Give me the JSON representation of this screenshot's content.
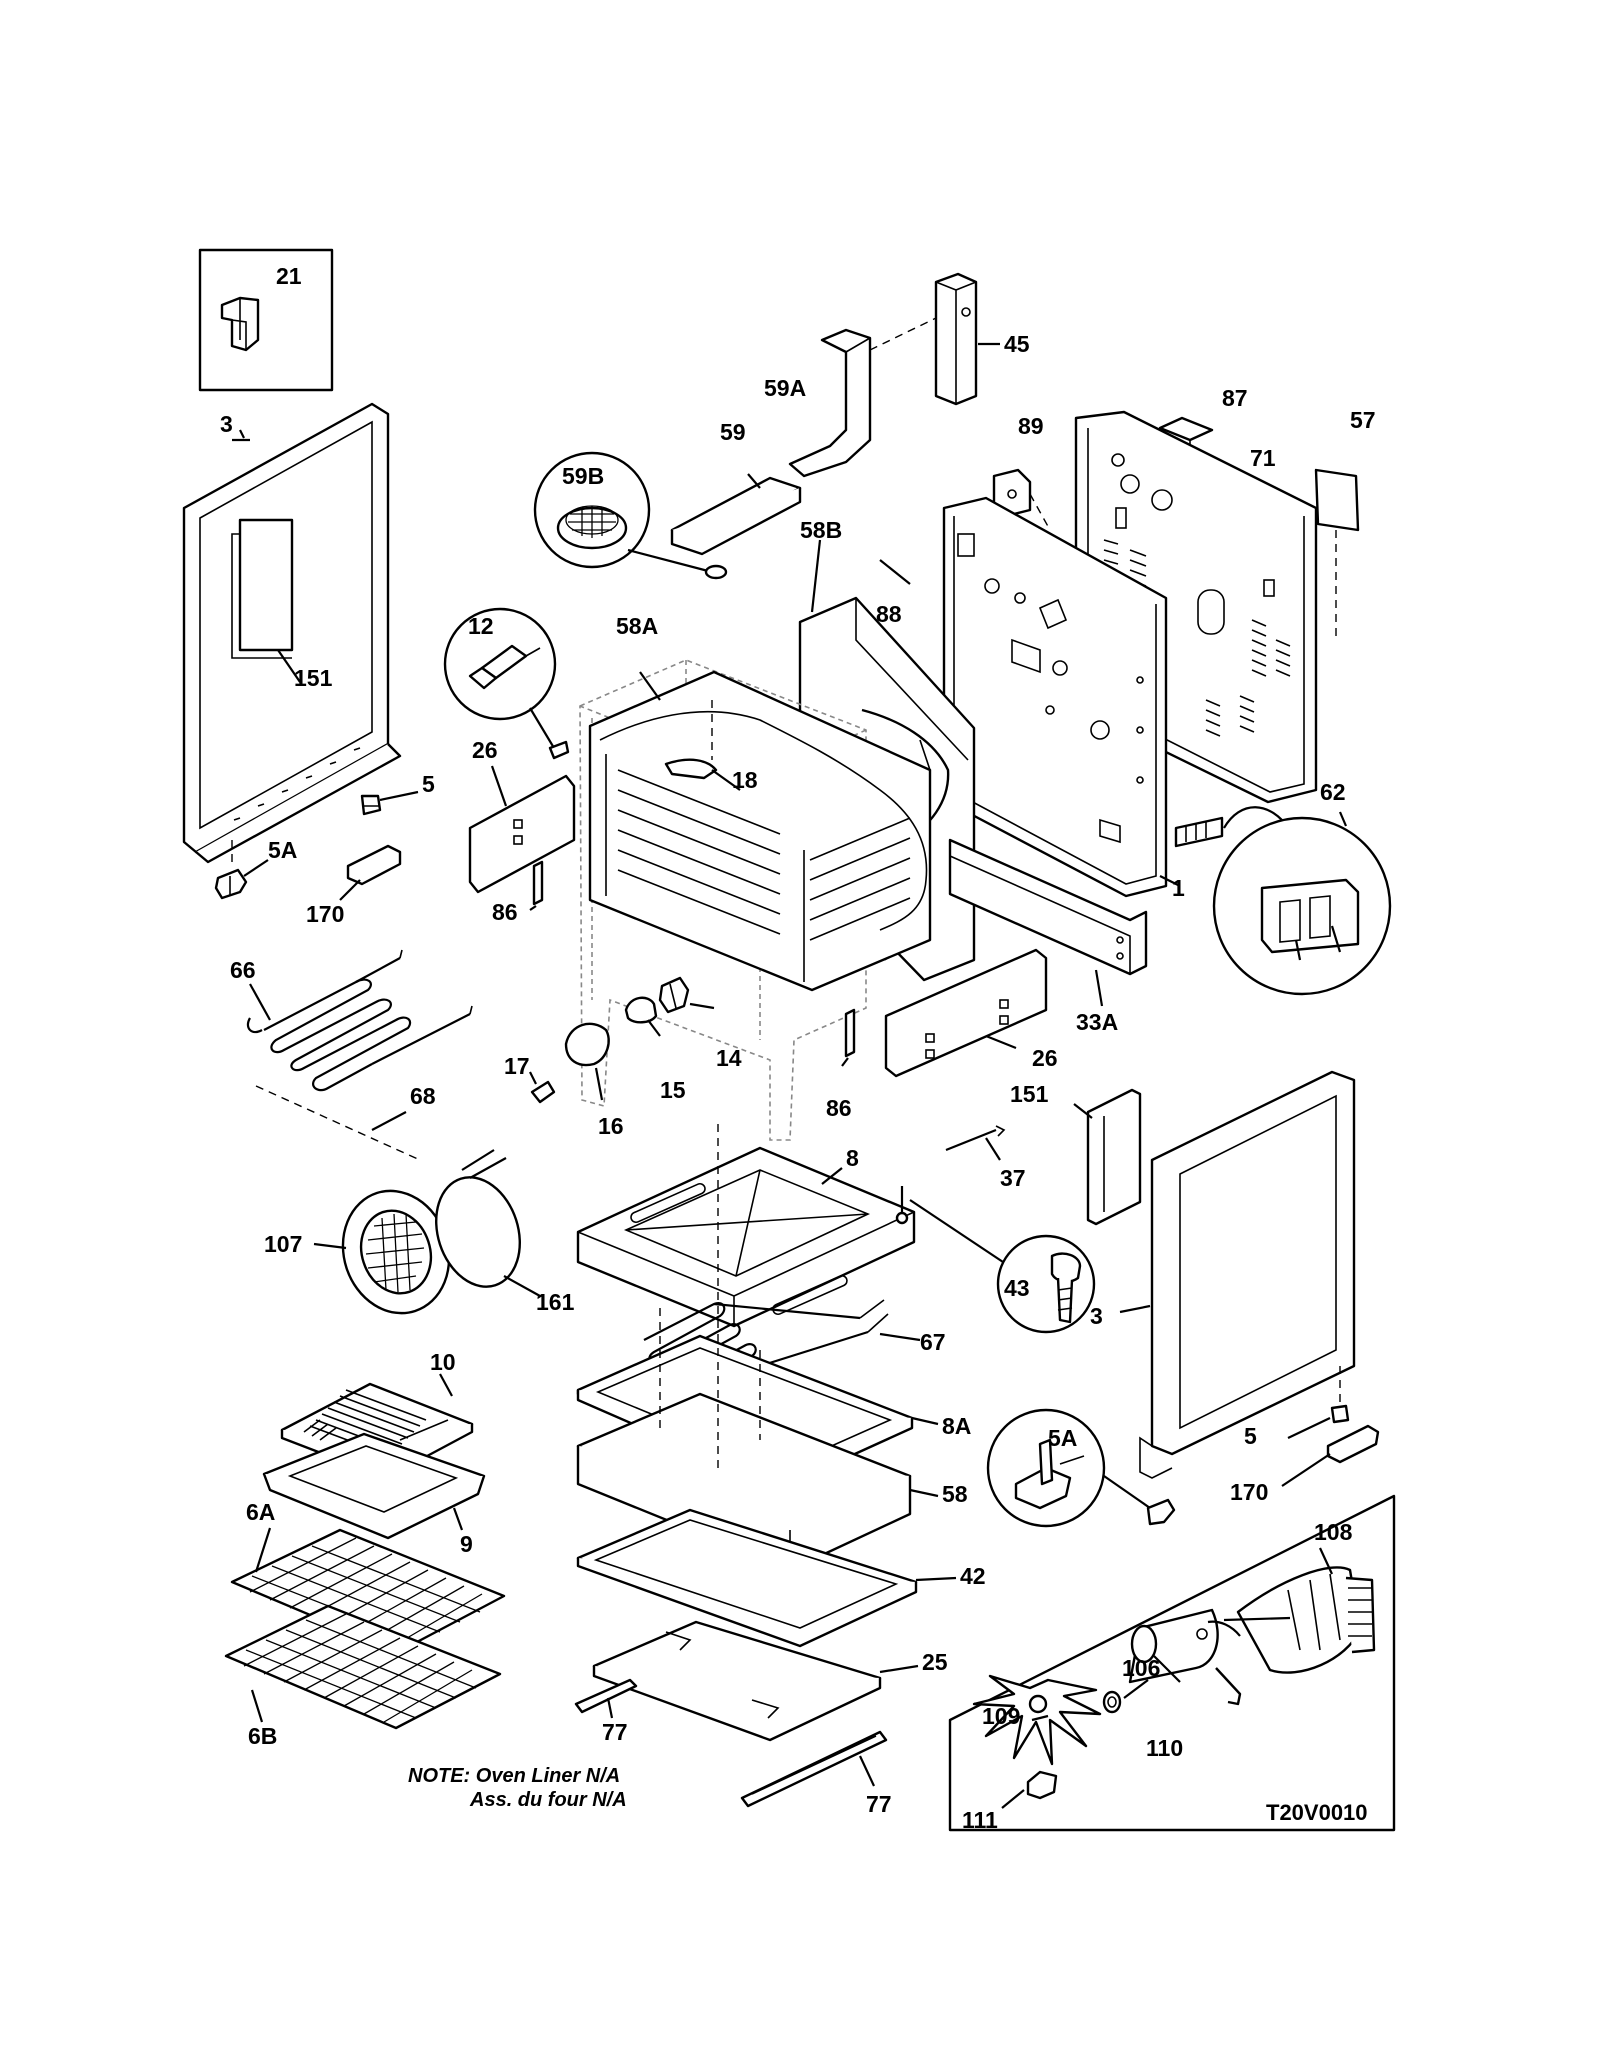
{
  "diagram": {
    "callouts": {
      "c21": "21",
      "c45": "45",
      "c59a": "59A",
      "c87": "87",
      "c57": "57",
      "c89": "89",
      "c71": "71",
      "c59": "59",
      "c59b": "59B",
      "c58b": "58B",
      "c88": "88",
      "c3_left": "3",
      "c12": "12",
      "c58a": "58A",
      "c151_left": "151",
      "c26_left": "26",
      "c5_left": "5",
      "c18": "18",
      "c62": "62",
      "c5a_left": "5A",
      "c170_left": "170",
      "c86_left": "86",
      "c1": "1",
      "c66": "66",
      "c33a": "33A",
      "c14": "14",
      "c26_right": "26",
      "c15": "15",
      "c17": "17",
      "c68": "68",
      "c16": "16",
      "c86_right": "86",
      "c151_right": "151",
      "c37": "37",
      "c8": "8",
      "c107": "107",
      "c161": "161",
      "c43": "43",
      "c3_right": "3",
      "c10": "10",
      "c67": "67",
      "c8a": "8A",
      "c5a_right": "5A",
      "c5_right": "5",
      "c58": "58",
      "c9": "9",
      "c170_right": "170",
      "c6a": "6A",
      "c108": "108",
      "c42": "42",
      "c25": "25",
      "c106": "106",
      "c109": "109",
      "c110": "110",
      "c6b": "6B",
      "c77_left": "77",
      "c77_right": "77",
      "c111": "111"
    },
    "note_line1": "NOTE: Oven Liner N/A",
    "note_line2": "Ass. du four N/A",
    "drawing_code": "T20V0010"
  }
}
